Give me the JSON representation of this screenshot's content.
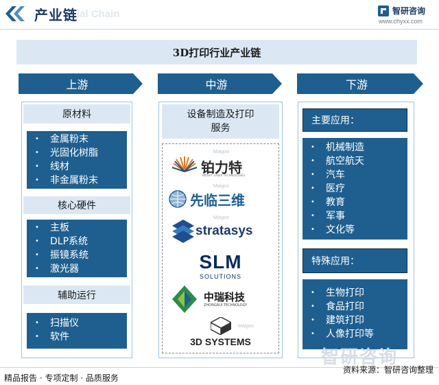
{
  "header": {
    "title": "产业链",
    "watermark": "ial Chain",
    "brand_name": "智研咨询",
    "brand_url": "www.chyxx.com"
  },
  "diagram": {
    "title": "3D打印行业产业链",
    "upstream": {
      "label": "上游",
      "sections": [
        {
          "title": "原材料",
          "items": [
            "金属粉末",
            "光固化树脂",
            "线材",
            "非金属粉末"
          ]
        },
        {
          "title": "核心硬件",
          "items": [
            "主板",
            "DLP系统",
            "振镜系统",
            "激光器"
          ]
        },
        {
          "title": "辅助运行",
          "items": [
            "扫描仪",
            "软件"
          ]
        }
      ]
    },
    "midstream": {
      "label": "中游",
      "section_title_line1": "设备制造及打印",
      "section_title_line2": "服务",
      "logos": [
        {
          "name": "铂力特",
          "sub": "BRIGHT LASER TECHNOLOGIES"
        },
        {
          "name": "先临三维"
        },
        {
          "name": "stratasys"
        },
        {
          "name": "SLM",
          "sub": "SOLUTIONS"
        },
        {
          "name": "中瑞科技",
          "sub": "ZHONGRUI TECHNOLOGY"
        },
        {
          "name": "3D SYSTEMS"
        }
      ],
      "logo_watermark": "Maigoo"
    },
    "downstream": {
      "label": "下游",
      "main_title": "主要应用：",
      "main_items": [
        "机械制造",
        "航空航天",
        "汽车",
        "医疗",
        "教育",
        "军事",
        "文化等"
      ],
      "special_title": "特殊应用：",
      "special_items": [
        "生物打印",
        "食品打印",
        "建筑打印",
        "人像打印等"
      ]
    }
  },
  "footer": {
    "left": "精品报告 · 专项定制 · 品质服务",
    "right": "资料来源：智研咨询整理",
    "watermark": "智研咨询"
  },
  "colors": {
    "primary": "#1f5f8f",
    "light": "#dbe8f4",
    "border": "#9fc2dc",
    "stratasys_blue": "#1f4e8c",
    "slm_navy": "#0a2a5c",
    "zhongrui_green": "#2f8a4a",
    "blt_orange": "#e07a1f"
  }
}
